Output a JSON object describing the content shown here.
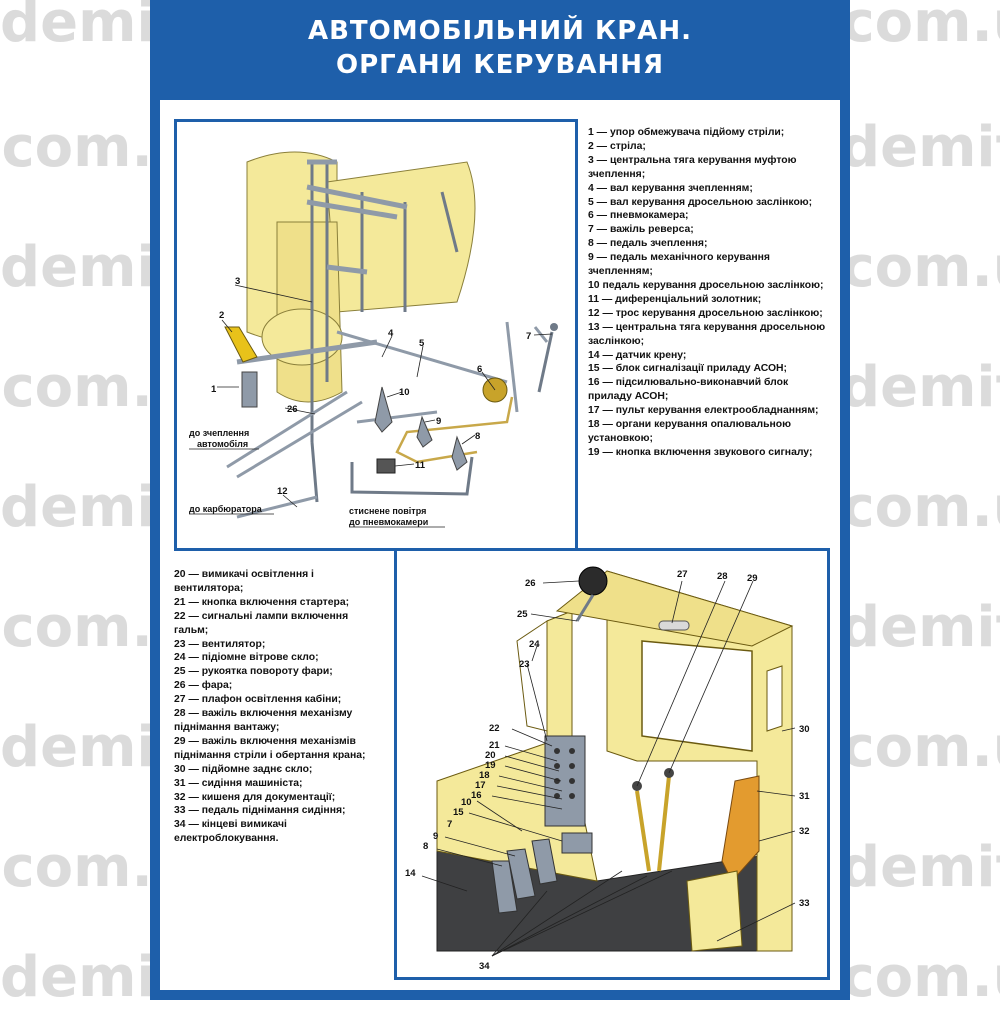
{
  "title": {
    "line1": "АВТОМОБІЛЬНИЙ КРАН.",
    "line2": "ОРГАНИ КЕРУВАННЯ"
  },
  "watermark": "demita.com.ua",
  "colors": {
    "frame_blue": "#1e5faa",
    "part_yellow": "#f4e99a",
    "metal_gray": "#8f9aa8"
  },
  "legend_top": [
    "1 — упор обмежувача підйому стріли;",
    "2 — стріла;",
    "3 — центральна тяга керування муфтою зчеплення;",
    "4 — вал керування зчепленням;",
    "5 — вал керування дросельною заслінкою;",
    "6 — пневмокамера;",
    "7 — важіль реверса;",
    "8 — педаль зчеплення;",
    "9 — педаль механічного керування зчепленням;",
    "10 педаль керування дросельною заслінкою;",
    "11 — диференціальний золотник;",
    "12 — трос керування дросельною заслінкою;",
    "13 — центральна тяга керування дросельною заслінкою;",
    "14 — датчик крену;",
    "15 — блок сигналізації приладу АСОН;",
    "16 — підсилювально-виконавчий блок приладу АСОН;",
    "17 — пульт керування електрообладнанням;",
    "18 — органи керування опалювальною установкою;",
    "19 — кнопка включення звукового сигналу;"
  ],
  "legend_bottom": [
    "20 — вимикачі освітлення і вентилятора;",
    "21 — кнопка включення стартера;",
    "22 — сигнальні лампи включення гальм;",
    "23 — вентилятор;",
    "24 — підіомне вітрове скло;",
    "25 — рукоятка повороту фари;",
    "26 — фара;",
    "27 — плафон освітлення кабіни;",
    "28 — важіль включення механізму піднімання вантажу;",
    "29 — важіль включення механізмів піднімання стріли і обертання крана;",
    "30 — підйомне заднє скло;",
    "31 — сидіння машиніста;",
    "32 — кишеня для документації;",
    "33 — педаль піднімання сидіння;",
    "34 — кінцеві вимикачі електроблокування."
  ],
  "diagram_top": {
    "captions": {
      "clutch_line1": "до зчеплення",
      "clutch_line2": "автомобіля",
      "carb": "до карбюратора",
      "air_line1": "стиснене повітря",
      "air_line2": "до пневмокамери"
    },
    "callouts": [
      "1",
      "2",
      "3",
      "4",
      "5",
      "6",
      "7",
      "8",
      "9",
      "10",
      "11",
      "12",
      "26"
    ]
  },
  "diagram_bottom": {
    "callouts": [
      "26",
      "27",
      "28",
      "29",
      "25",
      "24",
      "23",
      "30",
      "22",
      "21",
      "20",
      "19",
      "18",
      "17",
      "16",
      "10",
      "15",
      "9",
      "7",
      "8",
      "31",
      "32",
      "14",
      "33",
      "34"
    ]
  }
}
